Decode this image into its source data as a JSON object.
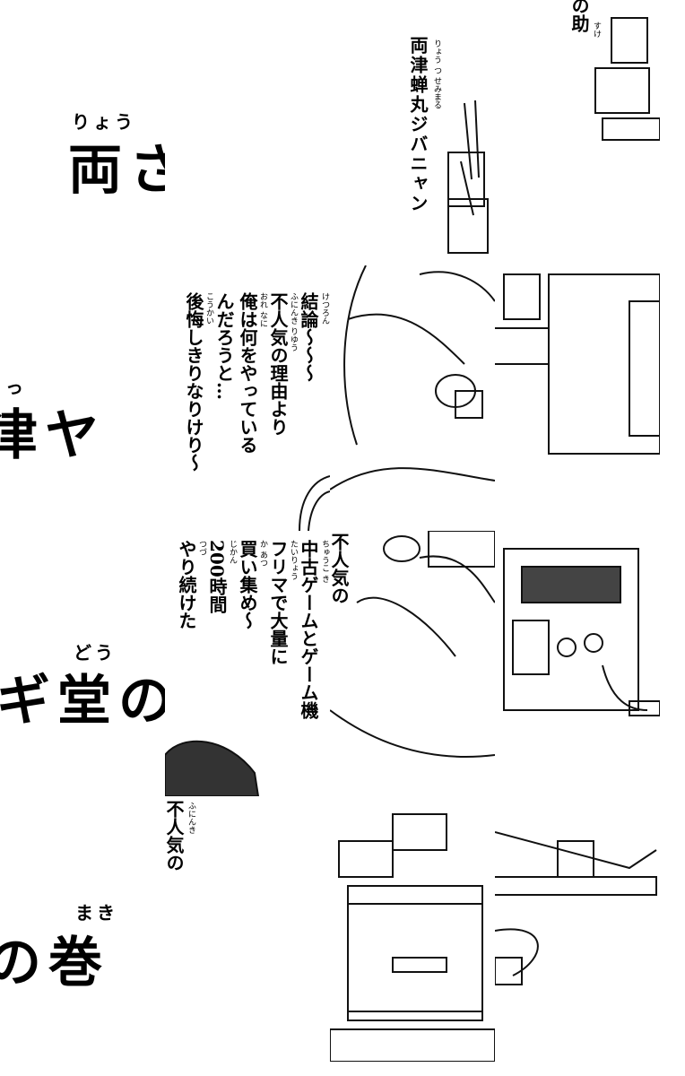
{
  "title_column": {
    "row1": {
      "ruby": "りょう",
      "text": "両さ"
    },
    "row2": {
      "ruby": "っ",
      "text": "津ヤ"
    },
    "row3": {
      "ruby": "どう",
      "text": "ギ堂の"
    },
    "row4": {
      "ruby": "まき",
      "text": "の巻"
    }
  },
  "top_right": {
    "suffix_text": "の助",
    "suffix_ruby": "すけ",
    "name": "両津蝉丸ジバニャン",
    "name_ruby": "りょう つ せみまる"
  },
  "caption1": {
    "lines": [
      "結論〜〜〜",
      "不人気の理由より",
      "俺は何をやっている",
      "んだろうと…",
      "後悔しきりなりけり〜"
    ],
    "ruby": [
      "けつろん",
      "ふにんき りゆう",
      "おれ なに",
      "",
      "こうかい"
    ]
  },
  "caption2": {
    "lines": [
      "中古ゲームとゲーム機",
      "フリマで大量に",
      "買い集め〜",
      "200時間",
      "やり続けた"
    ],
    "ruby": [
      "ちゅうこ き",
      "たいりょう",
      "か あつ",
      "じかん",
      "つづ"
    ],
    "partial": "不人気の"
  },
  "caption3": {
    "partial": "不人気の",
    "ruby": "ふにんき"
  }
}
